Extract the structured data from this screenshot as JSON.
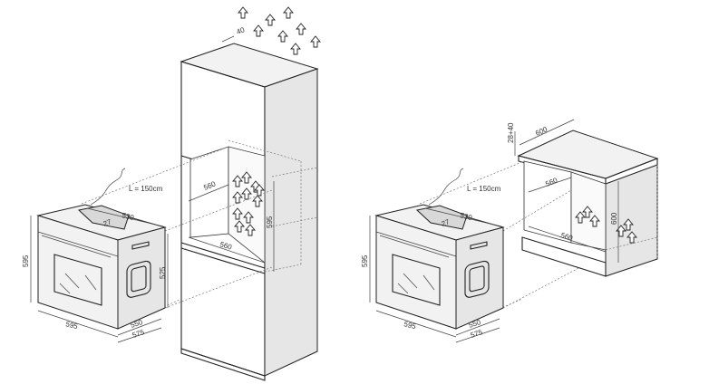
{
  "left_diagram": {
    "cable_length": "L = 150cm",
    "oven": {
      "depth_top": "530",
      "offset": "27",
      "height": "595",
      "side_height": "525",
      "width": "595",
      "depth_body": "550",
      "depth_total": "575"
    },
    "cabinet": {
      "top_gap": "40",
      "niche_depth": "560",
      "niche_width": "560",
      "niche_height": "595"
    }
  },
  "right_diagram": {
    "cable_length": "L = 150cm",
    "oven": {
      "depth_top": "530",
      "offset": "27",
      "height": "595",
      "width": "595",
      "depth_body": "550",
      "depth_total": "575"
    },
    "cabinet": {
      "worktop_gap": "28+40",
      "worktop_depth": "600",
      "niche_depth": "560",
      "niche_width": "560",
      "niche_height": "600"
    }
  }
}
